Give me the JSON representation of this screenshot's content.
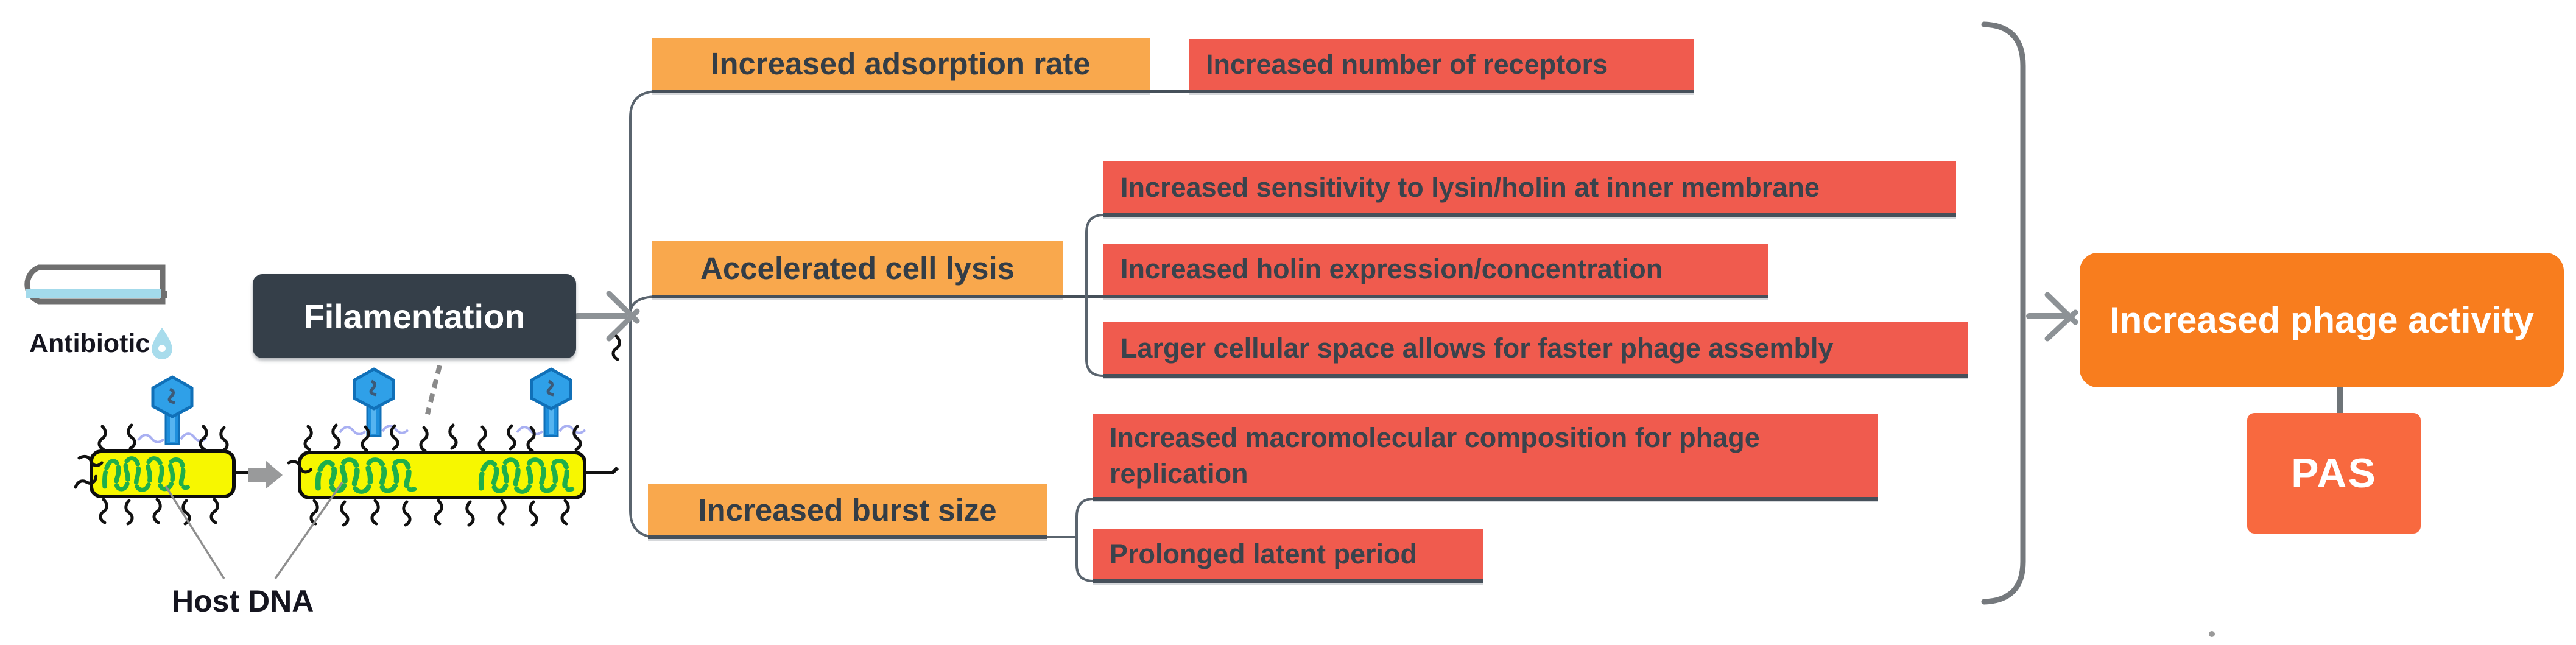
{
  "illustration": {
    "antibiotic_label": "Antibiotic",
    "host_dna_label": "Host DNA",
    "icons": [
      "test-tube-icon",
      "droplet-icon",
      "phage-icon",
      "bacterium-short",
      "bacterium-long",
      "transform-arrow-icon"
    ]
  },
  "root": {
    "label": "Filamentation"
  },
  "branches": [
    {
      "label": "Increased adsorption rate",
      "children": [
        "Increased number of receptors"
      ]
    },
    {
      "label": "Accelerated cell lysis",
      "children": [
        "Increased  sensitivity to lysin/holin at inner membrane",
        "Increased holin expression/concentration",
        "Larger cellular space allows for faster phage assembly"
      ]
    },
    {
      "label": "Increased burst size",
      "children": [
        "Increased macromolecular composition for phage replication",
        "Prolonged latent period"
      ]
    }
  ],
  "outcome": {
    "label": "Increased phage activity"
  },
  "result": {
    "label": "PAS"
  },
  "colors": {
    "category_box": "#F9A84D",
    "detail_box": "#F05B4E",
    "root_box": "#353F49",
    "outcome_box": "#F87D1E",
    "result_box": "#F8693F",
    "branch_line": "#46505A",
    "trunk_line": "#5A646E",
    "bracket": "#75797D",
    "bacterium_fill": "#F7F700",
    "dna": "#1FAF4B",
    "phage": "#2FA0E8",
    "liquid": "#A3DAEB"
  }
}
